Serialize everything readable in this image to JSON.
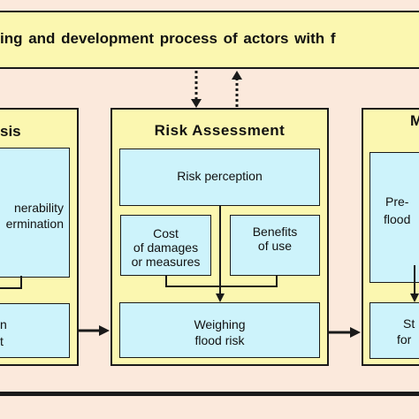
{
  "header": {
    "text": "ing and development   process of actors with f"
  },
  "left_panel": {
    "title": "sis",
    "box1_line1": "nerability",
    "box1_line2": "ermination",
    "box2_line1": "n",
    "box2_line2": "t"
  },
  "center_panel": {
    "title": "Risk Assessment",
    "risk_perception": "Risk perception",
    "cost_line1": "Cost",
    "cost_line2": "of damages",
    "cost_line3": "or measures",
    "benefits_line1": "Benefits",
    "benefits_line2": "of use",
    "weighing_line1": "Weighing",
    "weighing_line2": "flood  risk"
  },
  "right_panel": {
    "title": "M",
    "box1_line1": "Pre-",
    "box1_line2": "flood",
    "box2_line1": "St",
    "box2_line2": "for"
  },
  "colors": {
    "background": "#fbe9dc",
    "panel_fill": "#fbf7b0",
    "box_fill": "#cdf3fb",
    "stroke": "#1a1a1a"
  }
}
